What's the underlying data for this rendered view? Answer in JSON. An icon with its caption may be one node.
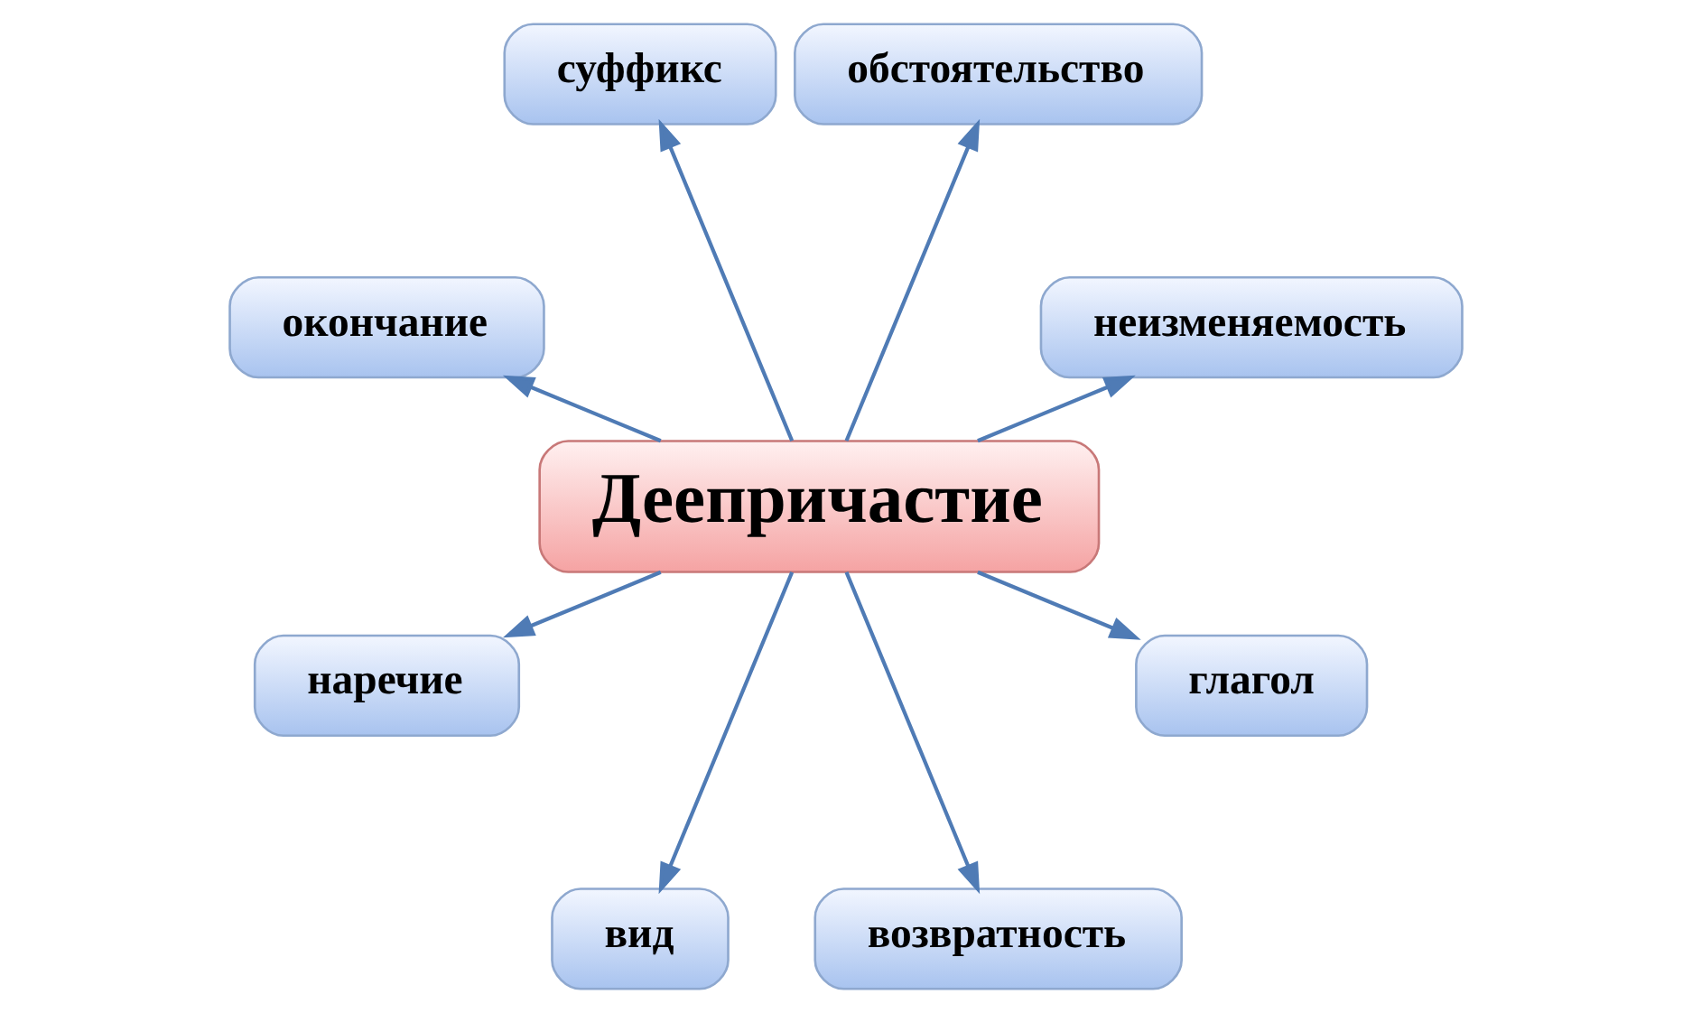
{
  "diagram": {
    "nodes": [
      {
        "text": [
          "Деепричастие"
        ]
      },
      {
        "text": [
          "неизменяемость"
        ]
      },
      {
        "text": [
          "обстоятельство"
        ]
      },
      {
        "text": [
          "суффикс"
        ]
      },
      {
        "text": [
          "окончание"
        ]
      },
      {
        "text": [
          "наречие"
        ]
      },
      {
        "text": [
          "вид"
        ]
      },
      {
        "text": [
          "возвратность"
        ]
      },
      {
        "text": [
          "глагол"
        ]
      }
    ],
    "edges": [
      {
        "from": 0,
        "to": 1,
        "arrow": "to"
      },
      {
        "from": 0,
        "to": 2,
        "arrow": "to"
      },
      {
        "from": 0,
        "to": 3,
        "arrow": "to"
      },
      {
        "from": 0,
        "to": 8,
        "arrow": "to"
      },
      {
        "from": 0,
        "to": 4,
        "arrow": "to"
      },
      {
        "from": 0,
        "to": 7,
        "arrow": "to"
      },
      {
        "from": 0,
        "to": 6,
        "arrow": "to"
      },
      {
        "from": 0,
        "to": 5,
        "arrow": "to"
      }
    ]
  }
}
